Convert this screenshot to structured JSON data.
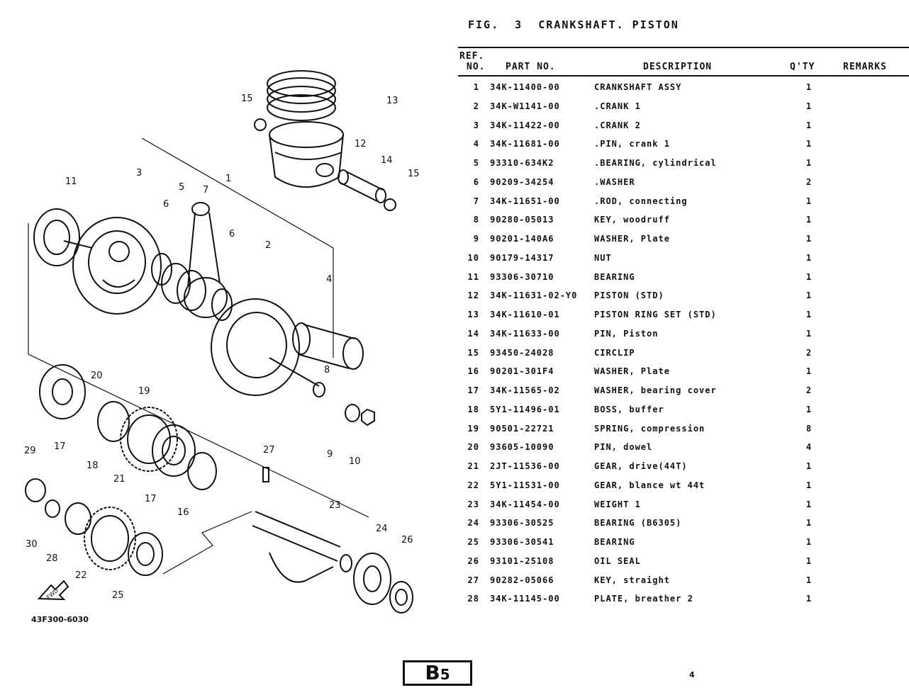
{
  "title": "FIG.  3  CRANKSHAFT. PISTON",
  "columns": {
    "ref_line1": "REF.",
    "ref_line2": "NO.",
    "part_no": "PART NO.",
    "description": "DESCRIPTION",
    "qty": "Q'TY",
    "remarks": "REMARKS"
  },
  "parts": [
    {
      "ref": "1",
      "part": "34K-11400-00",
      "desc": "CRANKSHAFT ASSY",
      "qty": "1"
    },
    {
      "ref": "2",
      "part": "34K-W1141-00",
      "desc": ".CRANK 1",
      "qty": "1"
    },
    {
      "ref": "3",
      "part": "34K-11422-00",
      "desc": ".CRANK 2",
      "qty": "1"
    },
    {
      "ref": "4",
      "part": "34K-11681-00",
      "desc": ".PIN, crank 1",
      "qty": "1"
    },
    {
      "ref": "5",
      "part": "93310-634K2",
      "desc": ".BEARING, cylindrical",
      "qty": "1"
    },
    {
      "ref": "6",
      "part": "90209-34254",
      "desc": ".WASHER",
      "qty": "2"
    },
    {
      "ref": "7",
      "part": "34K-11651-00",
      "desc": ".ROD, connecting",
      "qty": "1"
    },
    {
      "ref": "8",
      "part": "90280-05013",
      "desc": "KEY, woodruff",
      "qty": "1"
    },
    {
      "ref": "9",
      "part": "90201-140A6",
      "desc": "WASHER, Plate",
      "qty": "1"
    },
    {
      "ref": "10",
      "part": "90179-14317",
      "desc": "NUT",
      "qty": "1"
    },
    {
      "ref": "11",
      "part": "93306-30710",
      "desc": "BEARING",
      "qty": "1"
    },
    {
      "ref": "12",
      "part": "34K-11631-02-Y0",
      "desc": "PISTON (STD)",
      "qty": "1"
    },
    {
      "ref": "13",
      "part": "34K-11610-01",
      "desc": "PISTON RING SET (STD)",
      "qty": "1"
    },
    {
      "ref": "14",
      "part": "34K-11633-00",
      "desc": "PIN, Piston",
      "qty": "1"
    },
    {
      "ref": "15",
      "part": "93450-24028",
      "desc": "CIRCLIP",
      "qty": "2"
    },
    {
      "ref": "16",
      "part": "90201-301F4",
      "desc": "WASHER, Plate",
      "qty": "1"
    },
    {
      "ref": "17",
      "part": "34K-11565-02",
      "desc": "WASHER, bearing cover",
      "qty": "2"
    },
    {
      "ref": "18",
      "part": "5Y1-11496-01",
      "desc": "BOSS, buffer",
      "qty": "1"
    },
    {
      "ref": "19",
      "part": "90501-22721",
      "desc": "SPRING, compression",
      "qty": "8"
    },
    {
      "ref": "20",
      "part": "93605-10090",
      "desc": "PIN, dowel",
      "qty": "4"
    },
    {
      "ref": "21",
      "part": "2JT-11536-00",
      "desc": "GEAR, drive(44T)",
      "qty": "1"
    },
    {
      "ref": "22",
      "part": "5Y1-11531-00",
      "desc": "GEAR, blance wt 44t",
      "qty": "1"
    },
    {
      "ref": "23",
      "part": "34K-11454-00",
      "desc": "WEIGHT 1",
      "qty": "1"
    },
    {
      "ref": "24",
      "part": "93306-30525",
      "desc": "BEARING (B6305)",
      "qty": "1"
    },
    {
      "ref": "25",
      "part": "93306-30541",
      "desc": "BEARING",
      "qty": "1"
    },
    {
      "ref": "26",
      "part": "93101-25108",
      "desc": "OIL SEAL",
      "qty": "1"
    },
    {
      "ref": "27",
      "part": "90282-05066",
      "desc": "KEY, straight",
      "qty": "1"
    },
    {
      "ref": "28",
      "part": "34K-11145-00",
      "desc": "PLATE, breather 2",
      "qty": "1"
    }
  ],
  "diagram": {
    "callouts": [
      "1",
      "2",
      "3",
      "4",
      "5",
      "6",
      "6",
      "7",
      "8",
      "9",
      "10",
      "11",
      "12",
      "13",
      "14",
      "15",
      "15",
      "16",
      "17",
      "17",
      "18",
      "19",
      "20",
      "21",
      "22",
      "23",
      "24",
      "25",
      "26",
      "27",
      "28",
      "29",
      "30"
    ],
    "arrow_label": "FWD",
    "figure_code": "43F300-6030"
  },
  "footer": {
    "badge_main": "B",
    "badge_sub": "5",
    "page_number": "4"
  }
}
